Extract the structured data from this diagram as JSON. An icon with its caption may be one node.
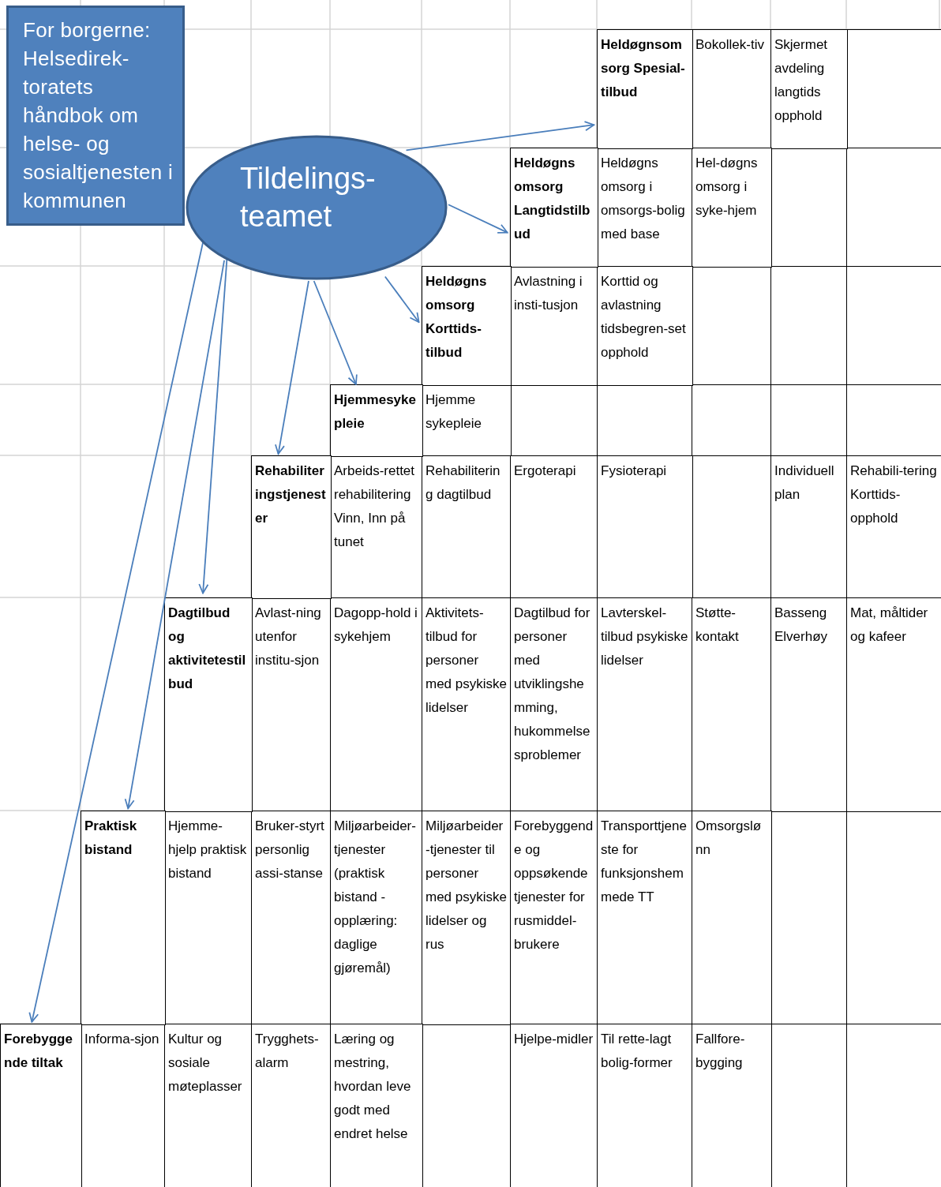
{
  "diagram": {
    "nodes": [
      {
        "text": [
          "For borgerne: Helsedirek-toratets håndbok om helse- og sosialtjenesten i kommunen"
        ]
      },
      {
        "text": [
          "Tildelings-teamet"
        ]
      },
      {
        "text": [
          "Heldøgnsomsorg Spesial-tilbud"
        ]
      },
      {
        "text": [
          "Heldøgns omsorg Langtidstilbud"
        ]
      },
      {
        "text": [
          "Heldøgns omsorg Korttids-tilbud"
        ]
      },
      {
        "text": [
          "Hjemmesykepleie"
        ]
      },
      {
        "text": [
          "Rehabiliteringstjenester"
        ]
      },
      {
        "text": [
          "Dagtilbud og aktivitetestilbud"
        ]
      },
      {
        "text": [
          "Praktisk bistand"
        ]
      },
      {
        "text": [
          "Forebyggende tiltak"
        ]
      }
    ],
    "edges": [
      {
        "from": 1,
        "to": 2,
        "arrow": "to"
      },
      {
        "from": 1,
        "to": 3,
        "arrow": "to"
      },
      {
        "from": 1,
        "to": 4,
        "arrow": "to"
      },
      {
        "from": 1,
        "to": 5,
        "arrow": "to"
      },
      {
        "from": 1,
        "to": 6,
        "arrow": "to"
      },
      {
        "from": 1,
        "to": 7,
        "arrow": "to"
      },
      {
        "from": 1,
        "to": 8,
        "arrow": "to"
      },
      {
        "from": 1,
        "to": 9,
        "arrow": "to"
      }
    ],
    "labels": [
      "Bokollek-tiv",
      "Skjermet avdeling langtids opphold",
      "Heldøgns omsorg i omsorgs-bolig med base",
      "Hel-døgns omsorg i syke-hjem",
      "Avlastning i insti-tusjon",
      "Korttid og avlastning tidsbegren-set opphold",
      "Hjemme sykepleie",
      "Arbeids-rettet rehabilitering Vinn, Inn på tunet",
      "Rehabilitering dagtilbud",
      "Ergoterapi",
      "Fysioterapi",
      "Individuell plan",
      "Rehabili-tering Korttids-opphold",
      "Avlast-ning utenfor institu-sjon",
      "Dagopp-hold i sykehjem",
      "Aktivitets-tilbud for personer med psykiske lidelser",
      "Dagtilbud for personer med utviklingshemming, hukommelsesproblemer",
      "Lavterskel-tilbud psykiske lidelser",
      "Støtte-kontakt",
      "Basseng Elverhøy",
      "Mat, måltider og kafeer",
      "Hjemme-hjelp praktisk bistand",
      "Bruker-styrt personlig assi-stanse",
      "Miljøarbeider-tjenester (praktisk bistand - opplæring: daglige gjøremål)",
      "Miljøarbeider-tjenester til personer med psykiske lidelser og rus",
      "Forebyggende og oppsøkende tjenester for rusmiddel-brukere",
      "Transporttjeneste for funksjonshemmede TT",
      "Omsorgslønn",
      "Informa-sjon",
      "Kultur og sosiale møteplasser",
      "Trygghets-alarm",
      "Læring og mestring, hvordan leve godt med endret helse",
      "Hjelpe-midler",
      "Til rette-lagt bolig-former",
      "Fallfore-bygging"
    ]
  }
}
